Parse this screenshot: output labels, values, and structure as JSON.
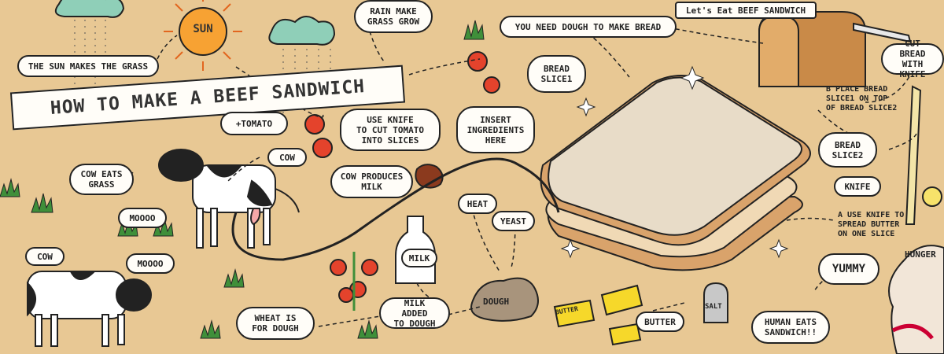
{
  "title": "HOW TO MAKE A BEEF SANDWICH",
  "sun": "SUN",
  "labels": {
    "sun_grass": "THE SUN MAKES THE GRASS",
    "rain": "RAIN MAKE\nGRASS GROW",
    "dough_bread": "YOU NEED DOUGH TO MAKE BREAD",
    "eat_beef": "Let's Eat BEEF SANDWICH",
    "cut_bread": "CUT BREAD\nWITH KNIFE",
    "bread_slice1": "BREAD\nSLICE1",
    "place_bread": "B PLACE BREAD\nSLICE1 ON TOP\nOF BREAD SLICE2",
    "tomato": "+TOMATO",
    "knife_tomato": "USE KNIFE\nTO CUT TOMATO\nINTO SLICES",
    "insert": "INSERT\nINGREDIENTS\nHERE",
    "bread_slice2": "BREAD\nSLICE2",
    "knife": "KNIFE",
    "spread": "A USE KNIFE TO\nSPREAD BUTTER\nON ONE SLICE",
    "cow_eats": "COW EATS\nGRASS",
    "cow1": "COW",
    "cow_milk": "COW PRODUCES\nMILK",
    "moooo1": "MOOOO",
    "cow2": "COW",
    "moooo2": "MOOOO",
    "heat": "HEAT",
    "yeast": "YEAST",
    "milk": "MILK",
    "wheat": "WHEAT IS\nFOR DOUGH",
    "milk_dough": "MILK ADDED\nTO DOUGH",
    "dough": "DOUGH",
    "butter": "BUTTER",
    "butter_pack": "BUTTER",
    "salt": "SALT",
    "yummy": "YUMMY",
    "hunger": "HUNGER",
    "human_eats": "HUMAN EATS\nSANDWICH!!"
  }
}
